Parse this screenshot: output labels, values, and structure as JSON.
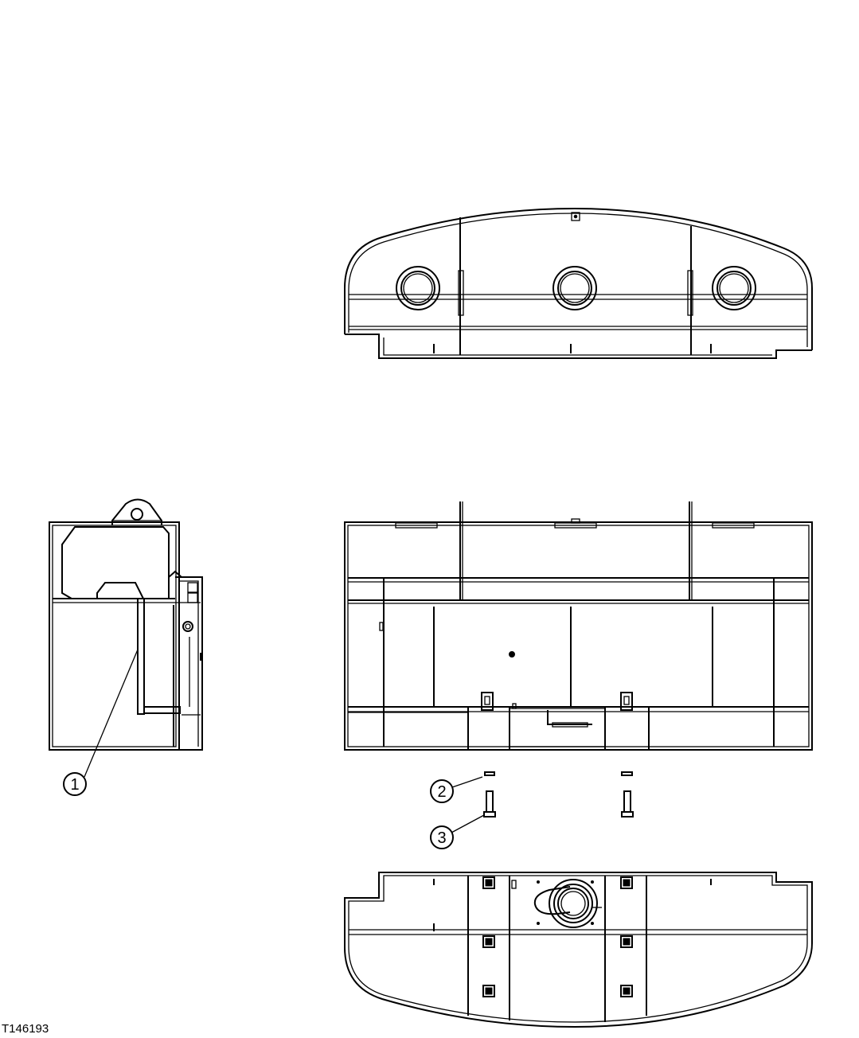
{
  "figure": {
    "id": "T146193"
  },
  "callouts": [
    {
      "number": "1",
      "part": "side-view-part"
    },
    {
      "number": "2",
      "part": "washer"
    },
    {
      "number": "3",
      "part": "bolt"
    }
  ]
}
